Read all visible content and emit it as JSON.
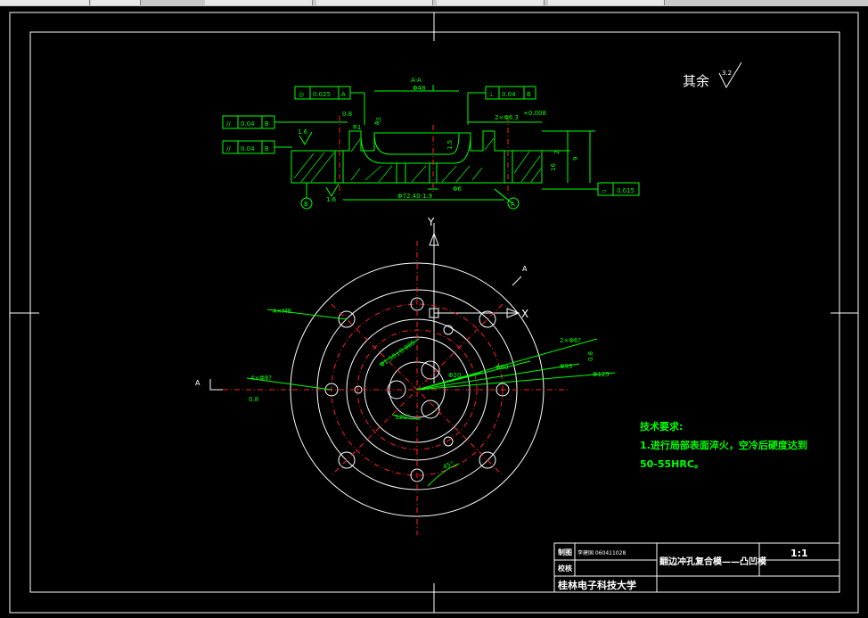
{
  "surface_note": {
    "label": "其余",
    "value": "3.2"
  },
  "section": {
    "label": "A-A",
    "dims": {
      "d48": "Φ48",
      "d72": "Φ72.40-1.9",
      "d6": "Φ6",
      "r5": "R5",
      "r1": "R1",
      "h15a": "1.5",
      "h15b": "1.5",
      "h9": "9",
      "h16": "16",
      "h2": "2",
      "hole2": "2×Φ6.3",
      "tol_up": "+0.008",
      "rough_a": "0.8",
      "rough_b": "1.6",
      "rough_c": "1.6"
    },
    "fcf": {
      "top_left": {
        "sym": "◎",
        "val": "0.025",
        "ref": "A"
      },
      "top_right": {
        "sym": "⊥",
        "val": "0.04",
        "ref": "B"
      },
      "par1": {
        "sym": "//",
        "val": "0.04",
        "ref": "B"
      },
      "par2": {
        "sym": "//",
        "val": "0.04",
        "ref": "B"
      },
      "flat": {
        "sym": "▱",
        "val": "0.015"
      }
    },
    "datums": {
      "a": "A",
      "b": "B"
    }
  },
  "plan": {
    "axis_x": "X",
    "axis_y": "Y",
    "section_mark": "A",
    "labels": {
      "m8": "4×M8",
      "c1": "Φ1.50±0.005",
      "p4": "4×Φ8?",
      "r08a": "0.8",
      "p2": "2×Φ6?",
      "r08b": "0.8",
      "d20": "Φ20",
      "d60": "Φ60",
      "d95": "Φ95",
      "d125": "Φ125",
      "a120": "120°",
      "a45": "45°"
    }
  },
  "tech": {
    "title": "技术要求:",
    "line1": "1.进行局部表面淬火，空冷后硬度达到",
    "line2": "50-55HRC。"
  },
  "title_block": {
    "r1c1": "制图",
    "r1c2": "李建国 060411028",
    "r2c1": "校核",
    "name": "翻边冲孔复合模——凸凹模",
    "scale": "1:1",
    "school": "桂林电子科技大学"
  },
  "colors": {
    "bg": "#000000",
    "outline": "#ffffff",
    "dim": "#00ff00",
    "center": "#ff2020",
    "title": "#ffffff"
  }
}
